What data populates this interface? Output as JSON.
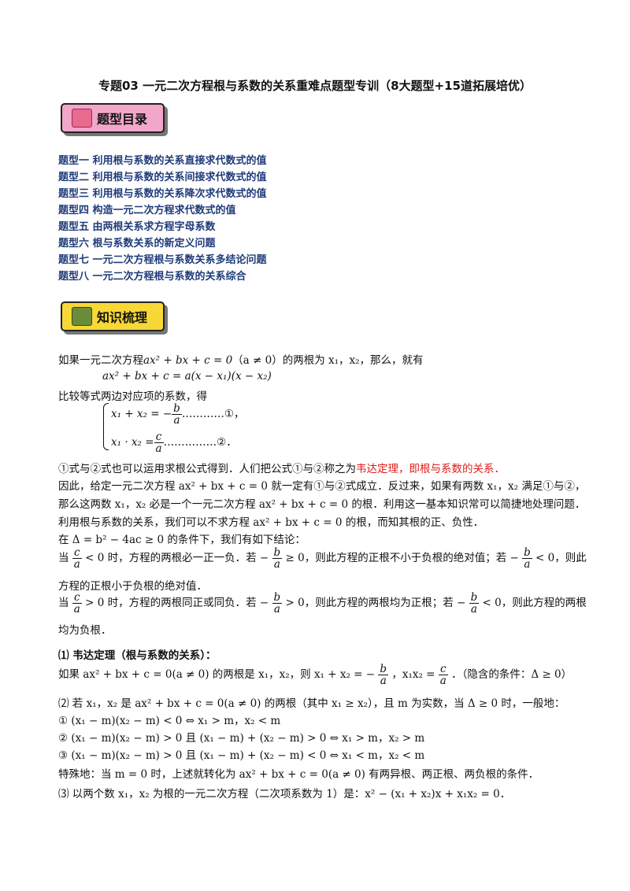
{
  "title": "专题03 一元二次方程根与系数的关系重难点题型专训（8大题型+15道拓展培优）",
  "badges": {
    "toc": "题型目录",
    "knowledge": "知识梳理"
  },
  "toc": [
    "题型一 利用根与系数的关系直接求代数式的值",
    "题型二 利用根与系数的关系间接求代数式的值",
    "题型三 利用根与系数的关系降次求代数式的值",
    "题型四 构造一元二次方程求代数式的值",
    "题型五 由两根关系求方程字母系数",
    "题型六 根与系数关系的新定义问题",
    "题型七 一元二次方程根与系数关系多结论问题",
    "题型八 一元二次方程根与系数的关系综合"
  ],
  "lines": {
    "l1a": "如果一元二次方程",
    "l1eq": "ax² + bx + c = 0",
    "l1b": "（a ≠ 0）的两根为 x₁，x₂，那么，就有",
    "l2": "ax² + bx + c = a(x − x₁)(x − x₂)",
    "l3": "比较等式两边对应项的系数，得",
    "sys1": "x₁ + x₂ = −",
    "sys1num": "b",
    "sys1den": "a",
    "sys1end": "…………①，",
    "sys2": "x₁ · x₂ =",
    "sys2num": "c",
    "sys2den": "a",
    "sys2end": "……………②．",
    "l4a": "①式与②式也可以运用求根公式得到．人们把公式①与②称之为",
    "l4red": "韦达定理，即根与系数的关系．",
    "l5": "因此，给定一元二次方程 ax² + bx + c = 0 就一定有①与②式成立．反过来，如果有两数 x₁，x₂ 满足①与②，",
    "l6": "那么这两数 x₁，x₂ 必是一个一元二次方程 ax² + bx + c = 0 的根．利用这一基本知识常可以简捷地处理问题．",
    "l7": "利用根与系数的关系，我们可以不求方程 ax² + bx + c = 0 的根，而知其根的正、负性．",
    "l8": "在 Δ = b² − 4ac ≥ 0 的条件下，我们有如下结论：",
    "l9a": "当",
    "l9b": "< 0 时，方程的两根必一正一负．若 −",
    "l9c": "≥ 0，则此方程的正根不小于负根的绝对值；若 −",
    "l9d": "< 0，则此",
    "l10": "方程的正根小于负根的绝对值．",
    "l11a": "当",
    "l11b": "> 0 时，方程的两根同正或同负．若 −",
    "l11c": "> 0，则此方程的两根均为正根；若 −",
    "l11d": "< 0，则此方程的两根",
    "l12": "均为负根．",
    "h1": "⑴ 韦达定理（根与系数的关系）：",
    "l13a": "如果 ax² + bx + c = 0(a ≠ 0) 的两根是 x₁，x₂，则 x₁ + x₂ = −",
    "l13b": "，x₁x₂ =",
    "l13c": "．（隐含的条件：Δ ≥ 0）",
    "l14": "⑵ 若 x₁，x₂ 是 ax² + bx + c = 0(a ≠ 0) 的两根（其中 x₁ ≥ x₂），且 m 为实数，当 Δ ≥ 0 时，一般地：",
    "l15": "① (x₁ − m)(x₂ − m) < 0 ⇔ x₁ > m，x₂ < m",
    "l16": "② (x₁ − m)(x₂ − m) > 0 且 (x₁ − m) + (x₂ − m) > 0 ⇔ x₁ > m，x₂ > m",
    "l17": "③ (x₁ − m)(x₂ − m) > 0 且 (x₁ − m) + (x₂ − m) < 0 ⇔ x₁ < m，x₂ < m",
    "l18": "特殊地：当 m = 0 时，上述就转化为 ax² + bx + c = 0(a ≠ 0) 有两异根、两正根、两负根的条件．",
    "l19": "⑶ 以两个数 x₁，x₂ 为根的一元二次方程（二次项系数为 1）是：x² − (x₁ + x₂)x + x₁x₂ = 0．"
  },
  "frac": {
    "c": "c",
    "a": "a",
    "b": "b"
  },
  "colors": {
    "toc_text": "#1f3b7a",
    "highlight": "#e01b1b",
    "badge_pink": "#f2a6c9",
    "badge_yellow": "#f7d836"
  }
}
